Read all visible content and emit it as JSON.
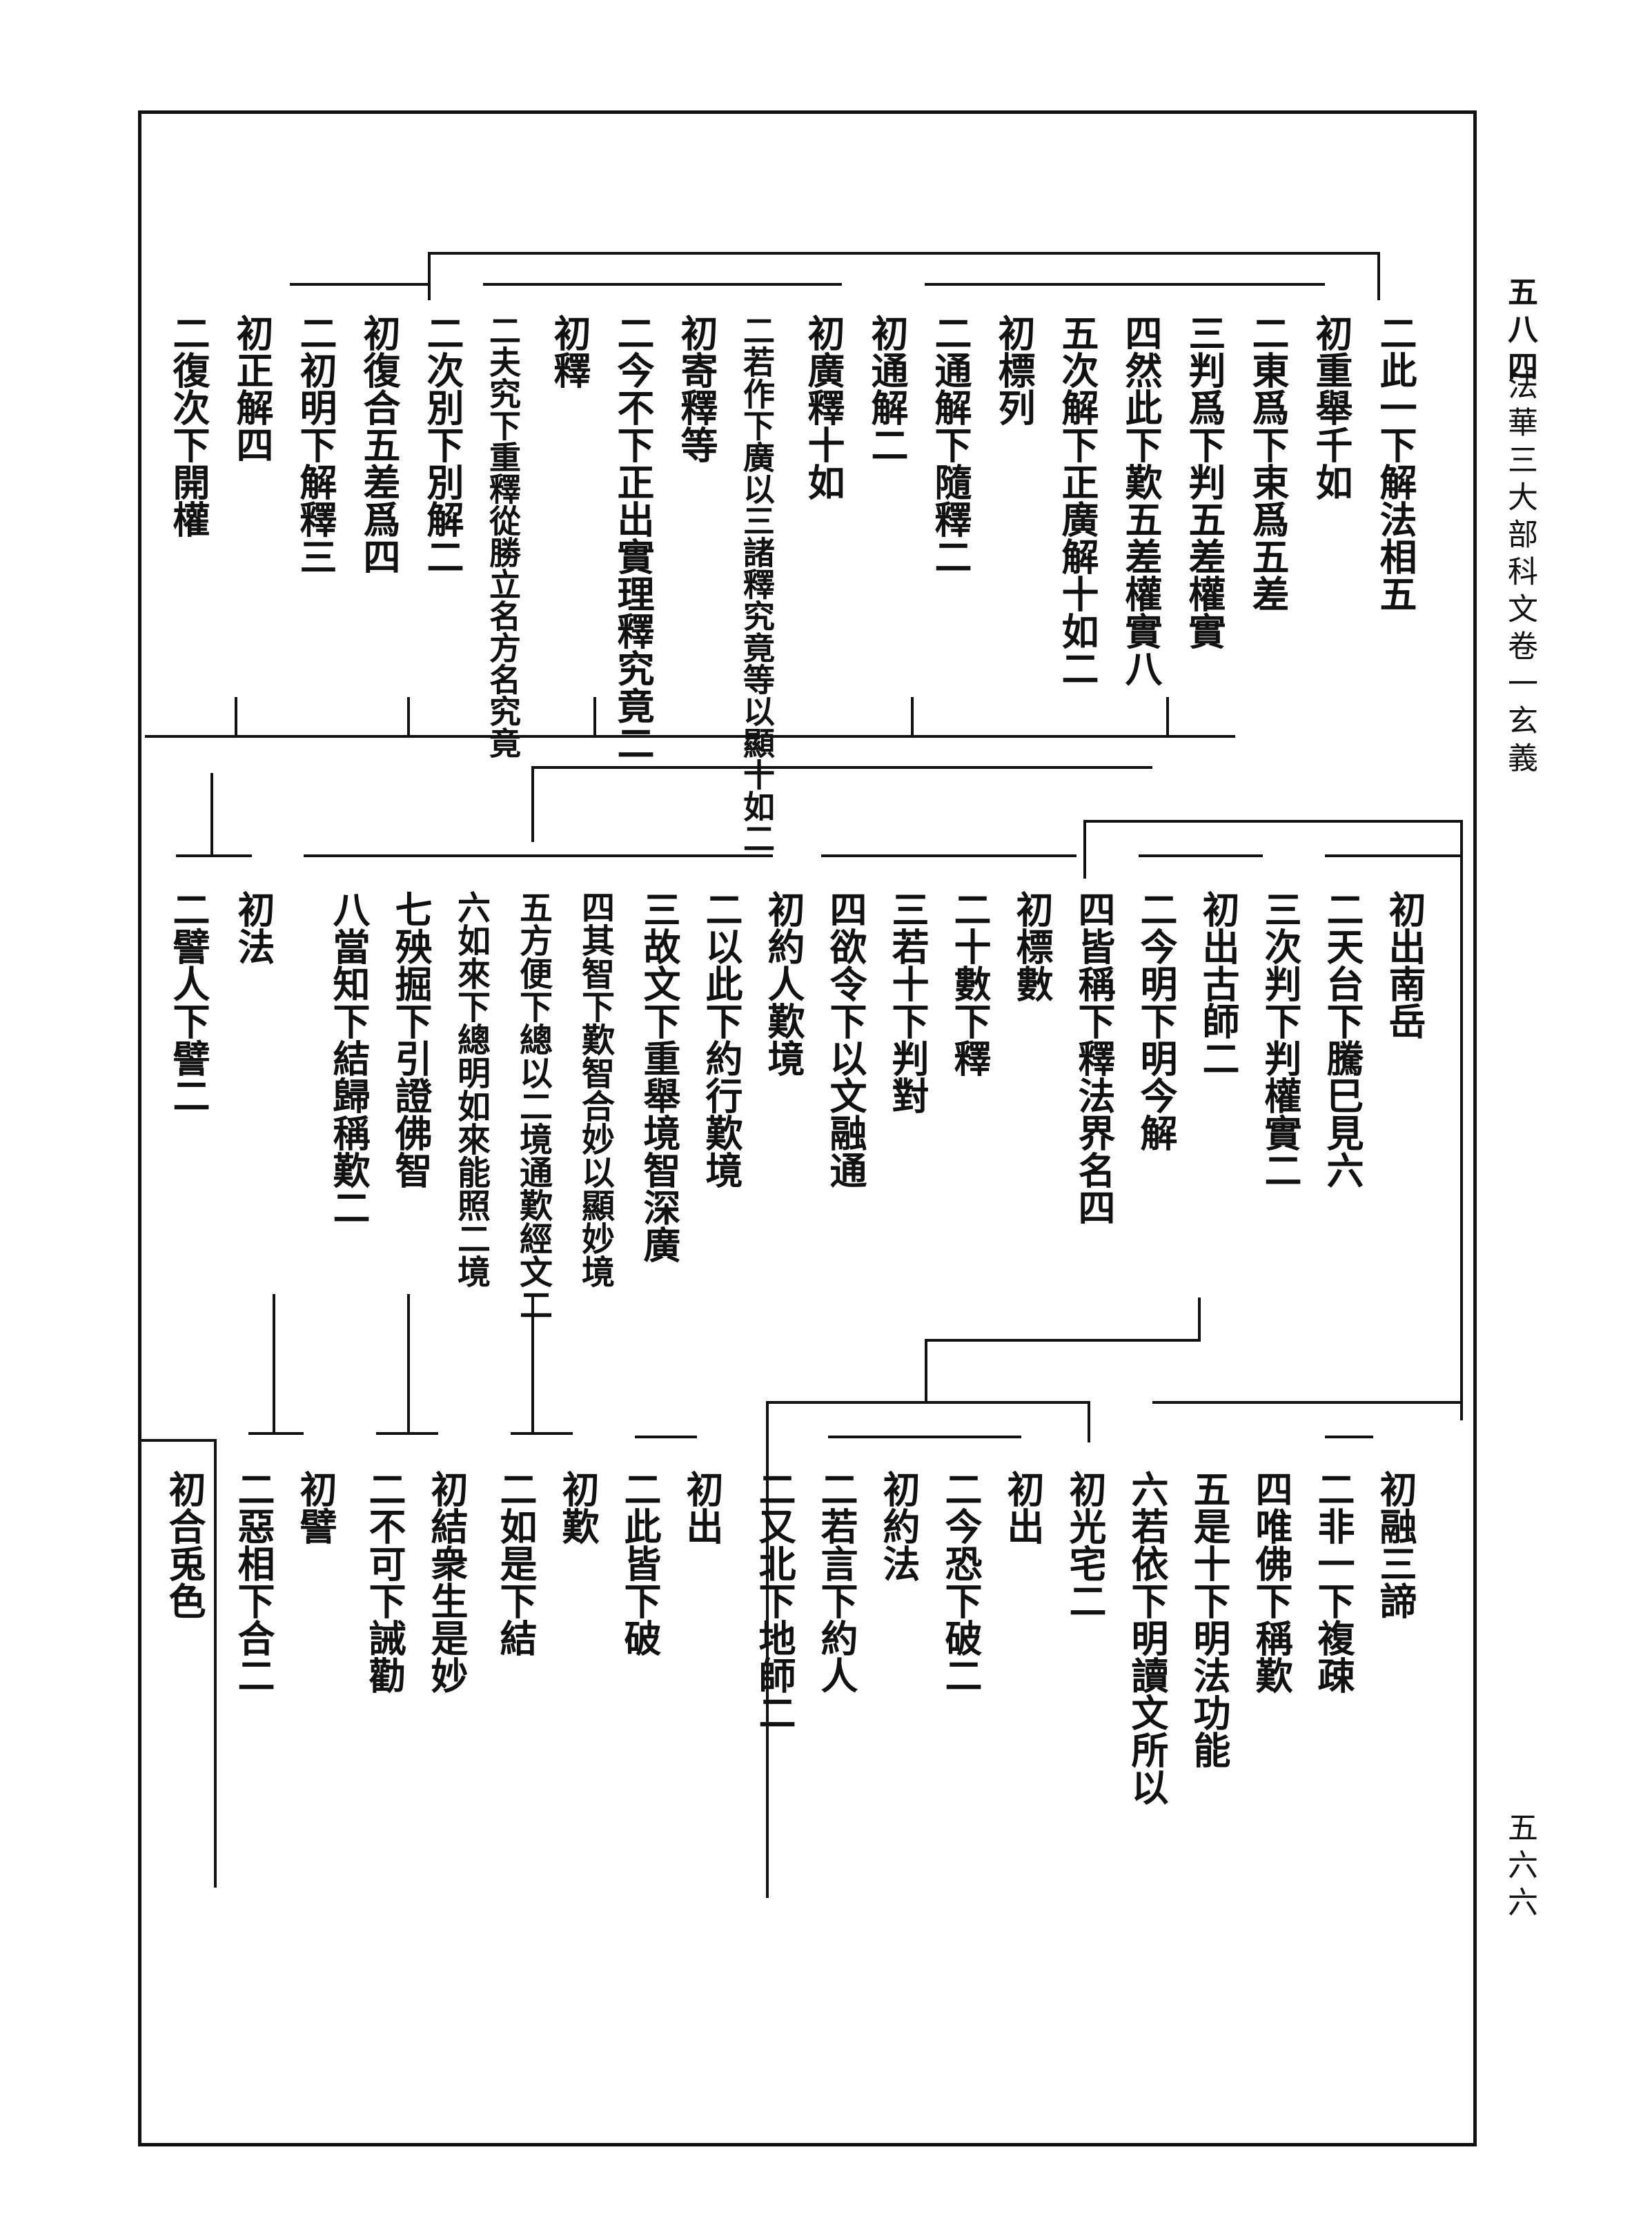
{
  "page": {
    "number": "五八四",
    "title": "法華三大部科文卷一玄義",
    "sheet": "五六六"
  },
  "sections": {
    "top": [
      "二此一下解法相五",
      "初重舉千如",
      "二東爲下束爲五差",
      "三判爲下判五差權實",
      "四然此下歎五差權實八",
      "五次解下正廣解十如二",
      "初標列",
      "二通解下隨釋二",
      "初通解二",
      "初廣釋十如",
      "二若作下廣以三諸釋究竟等以顯十如二",
      "初寄釋等",
      "二今不下正出實理釋究竟二",
      "初釋",
      "二夫究下重釋從勝立名方名究竟",
      "二次別下別解二",
      "初復合五差爲四",
      "二初明下解釋三",
      "初正解四",
      "二復次下開權"
    ],
    "middle": [
      "初出南岳",
      "二天台下騰巳見六",
      "三次判下判權實二",
      "初出古師二",
      "二今明下明今解",
      "四皆稱下釋法界名四",
      "初標數",
      "二十數下釋",
      "三若十下判對",
      "四欲令下以文融通",
      "初約人歎境",
      "二以此下約行歎境",
      "三故文下重舉境智深廣",
      "四其智下歎智合妙以顯妙境",
      "五方便下總以二境通歎經文二",
      "六如來下總明如來能照二境",
      "七殃掘下引證佛智",
      "八當知下結歸稱歎二",
      "初法",
      "二譬人下譬二"
    ],
    "bottom": [
      "初融三諦",
      "二非一下複疎",
      "四唯佛下稱歎",
      "五是十下明法功能",
      "六若依下明讀文所以",
      "初光宅二",
      "初出",
      "二今恐下破二",
      "初約法",
      "二若言下約人",
      "二又北下地師二",
      "初出",
      "二此皆下破",
      "初歎",
      "二如是下結",
      "初結衆生是妙",
      "二不可下誡勸",
      "初譬",
      "二惡相下合二",
      "初合兎色"
    ]
  }
}
